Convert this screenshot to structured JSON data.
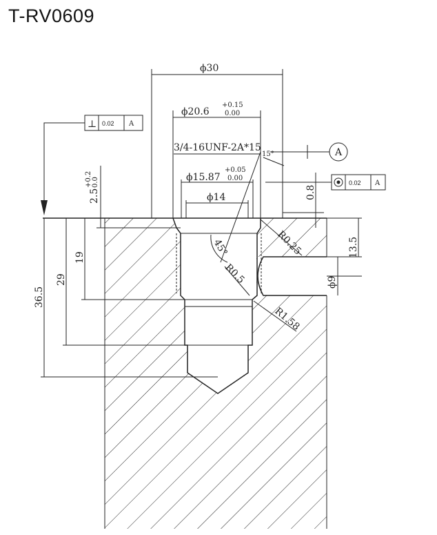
{
  "title": "T-RV0609",
  "dimensions": {
    "d30": "ϕ30",
    "d20_6": "ϕ20.6",
    "d20_6_tol_upper": "+0.15",
    "d20_6_tol_lower": "0.00",
    "thread": "3/4-16UNF-2A*15",
    "angle_15": "15°",
    "d15_87": "ϕ15.87",
    "d15_87_tol_upper": "+0.05",
    "d15_87_tol_lower": "0.00",
    "d14": "ϕ14",
    "depth_2_5": "2.5",
    "depth_2_5_tol_upper": "+0.2",
    "depth_2_5_tol_lower": "0.0",
    "depth_0_8": "0.8",
    "angle_45": "45°",
    "r0_25": "R0.25",
    "r0_5": "R0.5",
    "r1_58": "R1.58",
    "h13_5": "13.5",
    "d9": "ϕ9",
    "depth_19": "19",
    "depth_29": "29",
    "depth_36_5": "36.5"
  },
  "gdt_perpendicularity": {
    "symbol": "⊥",
    "tolerance": "0.02",
    "datum": "A"
  },
  "gdt_concentricity": {
    "symbol": "◎",
    "tolerance": "0.02",
    "datum": "A"
  },
  "datum_bubble": "A"
}
